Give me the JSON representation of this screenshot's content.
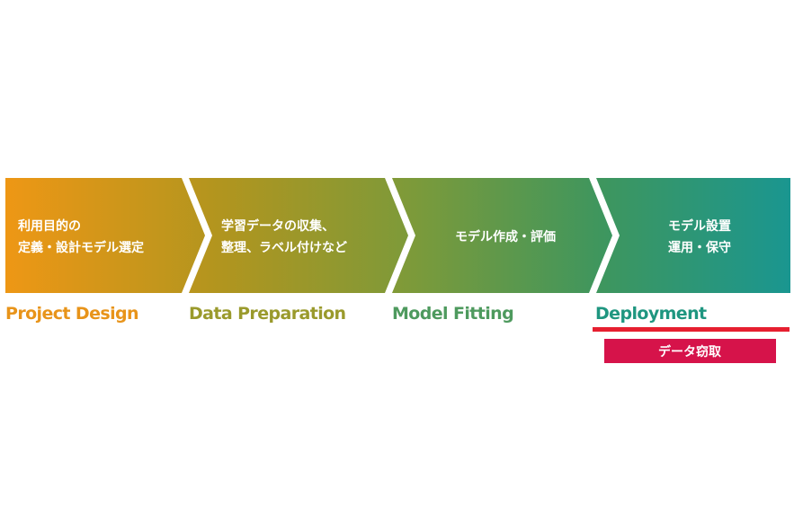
{
  "stages": [
    {
      "lines": [
        "利用目的の",
        "定義・設計モデル選定"
      ],
      "label": "Project Design",
      "color": "#E8941A"
    },
    {
      "lines": [
        "学習データの収集、",
        "整理、ラベル付けなど"
      ],
      "label": "Data Preparation",
      "color": "#9A9A2C"
    },
    {
      "lines": [
        "モデル作成・評価"
      ],
      "label": "Model Fitting",
      "color": "#4E9A5E"
    },
    {
      "lines": [
        "モデル設置",
        "運用・保守"
      ],
      "label": "Deployment",
      "color": "#1F9680"
    }
  ],
  "gradient": {
    "start": "#EE9715",
    "end": "#1A9690"
  },
  "threat": {
    "label": "データ窃取",
    "color": "#D6134A",
    "underline_color": "#E61F30"
  }
}
